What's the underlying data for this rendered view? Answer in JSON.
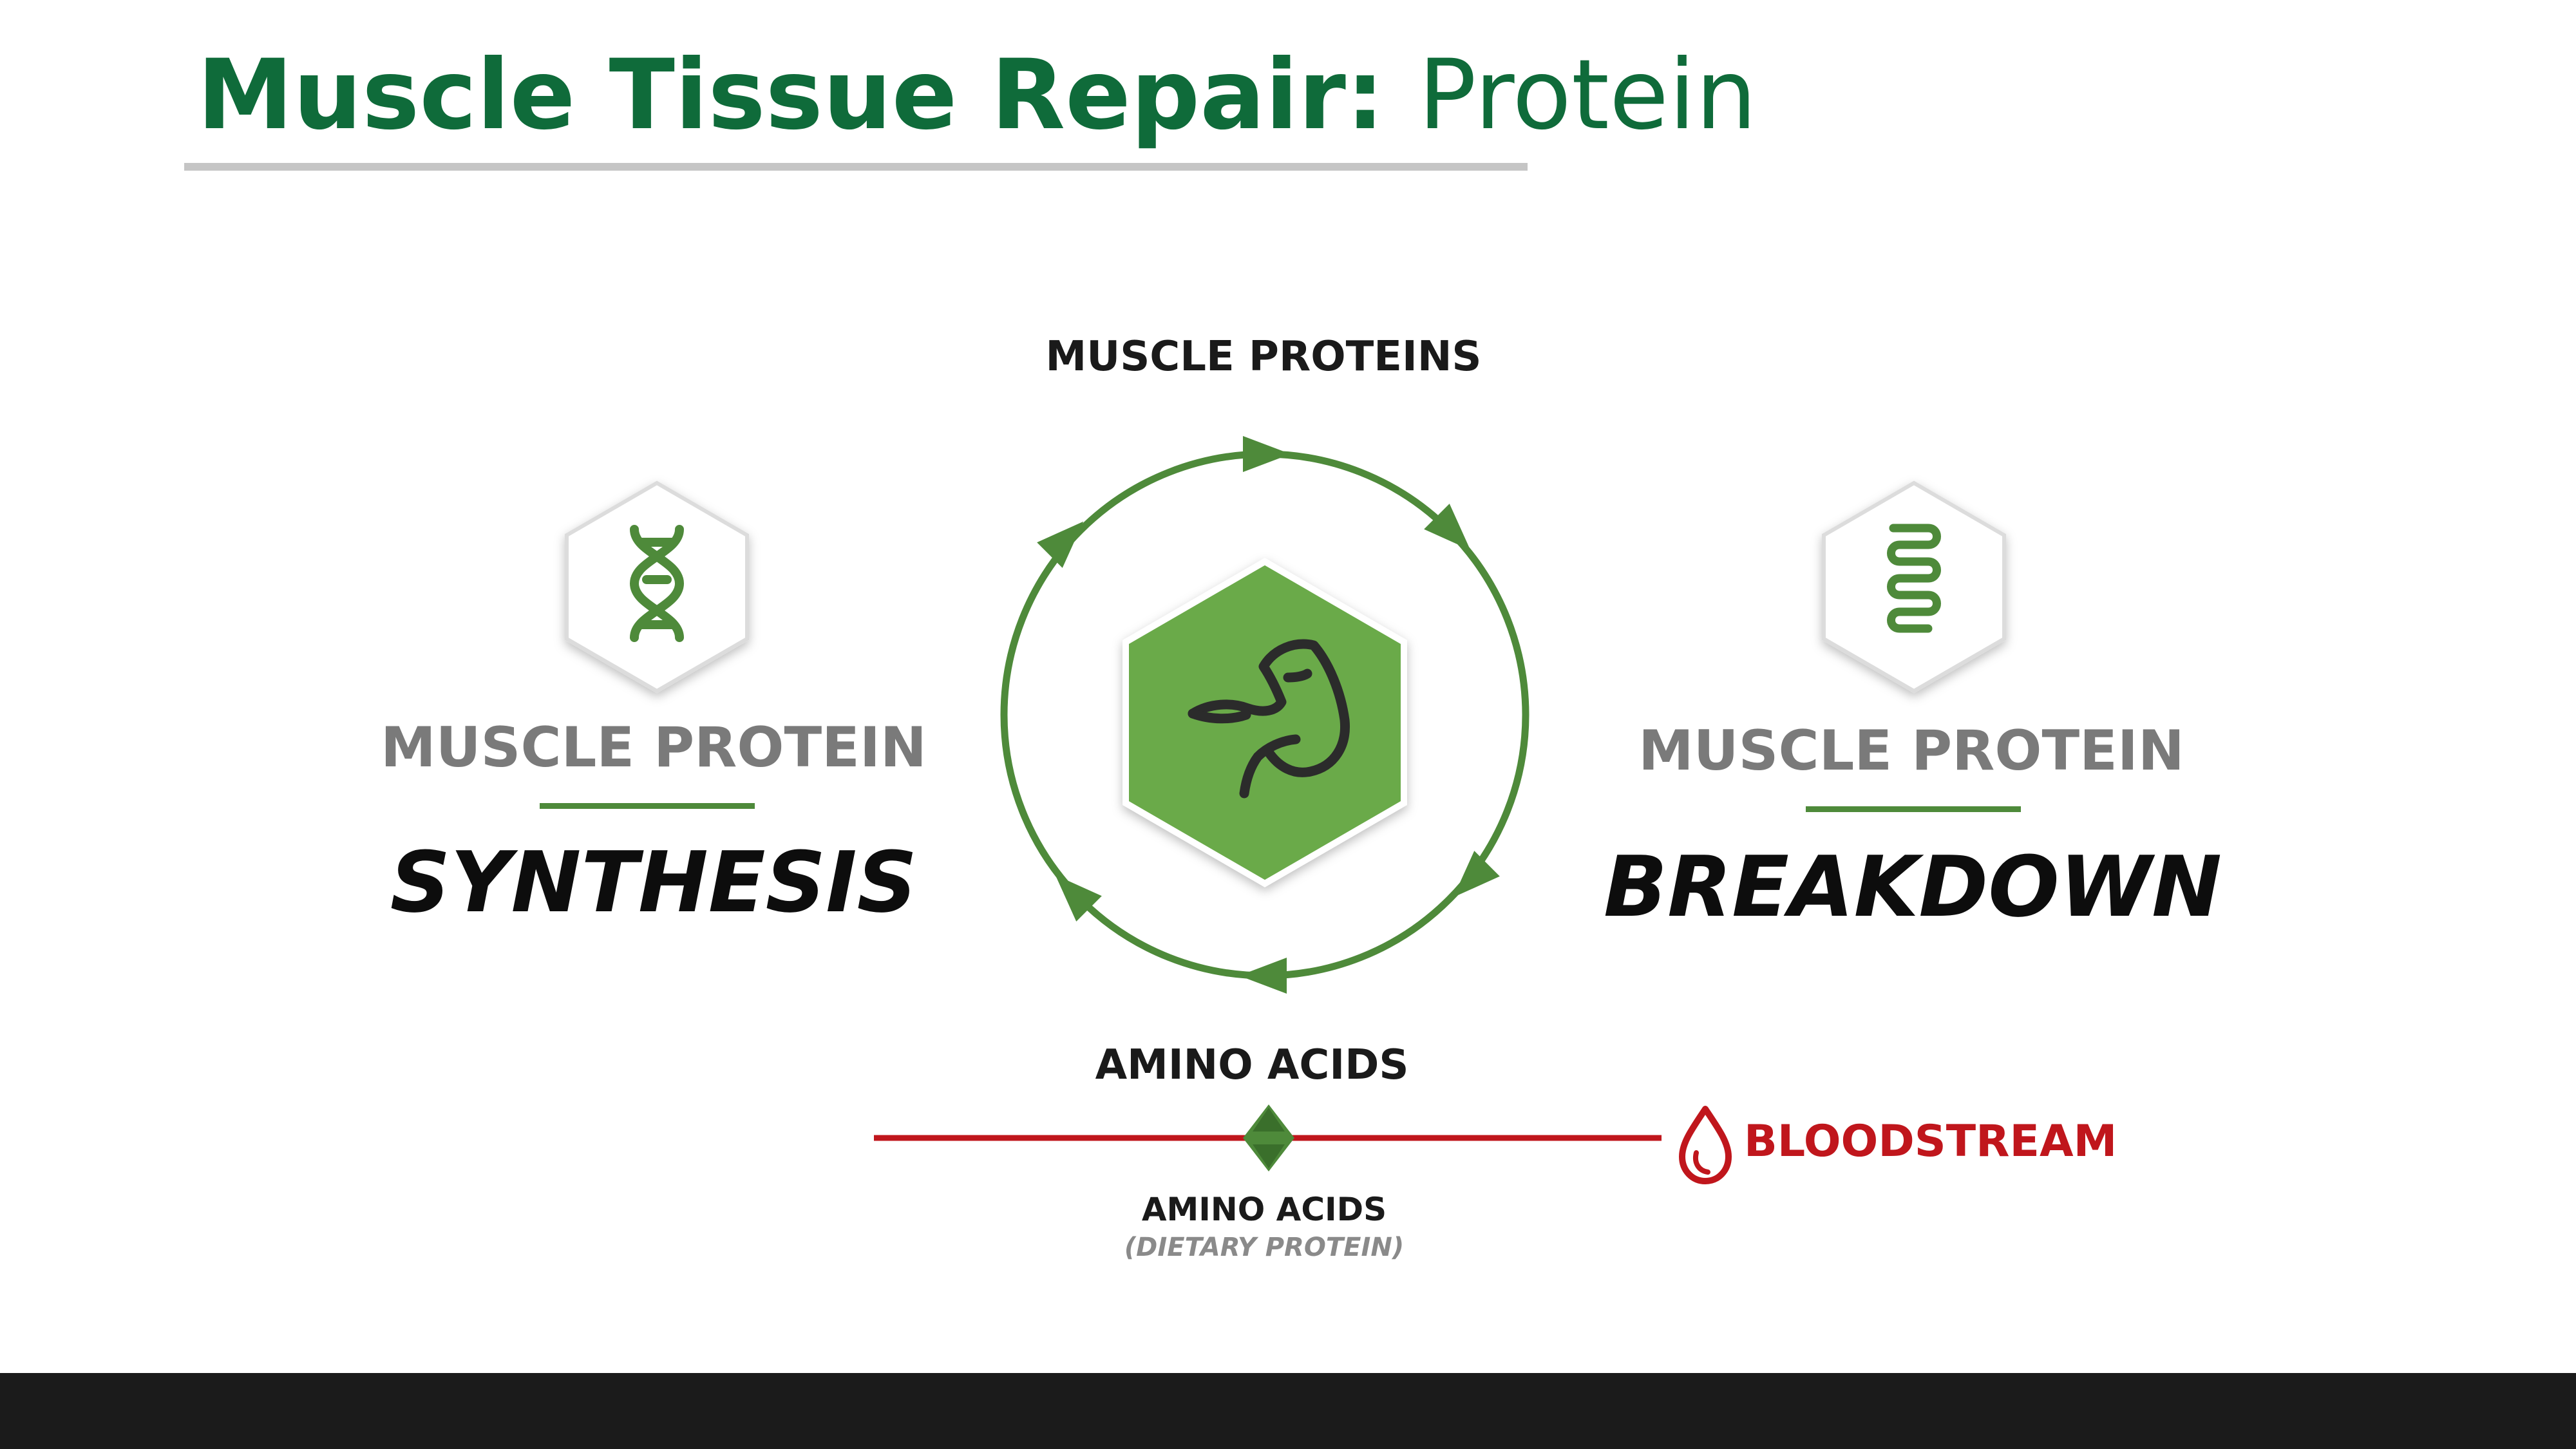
{
  "title": {
    "bold": "Muscle Tissue Repair:",
    "light": "Protein"
  },
  "diagram": {
    "top_label": "MUSCLE PROTEINS",
    "left": {
      "heading": "MUSCLE PROTEIN",
      "subheading": "SYNTHESIS",
      "icon": "dna-icon"
    },
    "right": {
      "heading": "MUSCLE PROTEIN",
      "subheading": "BREAKDOWN",
      "icon": "coil-icon"
    },
    "center_icon": "flexed-arm-icon",
    "bottom_label": "AMINO ACIDS",
    "bloodstream_label": "BLOODSTREAM",
    "dietary_label": "AMINO ACIDS",
    "dietary_sublabel": "(DIETARY PROTEIN)"
  },
  "colors": {
    "title_green": "#0f6b3a",
    "cycle_green": "#4e8a3a",
    "hex_fill": "#6aaa4a",
    "gray_text": "#7a7a7a",
    "blood_red": "#c0161c",
    "footer": "#1b1b1b"
  }
}
